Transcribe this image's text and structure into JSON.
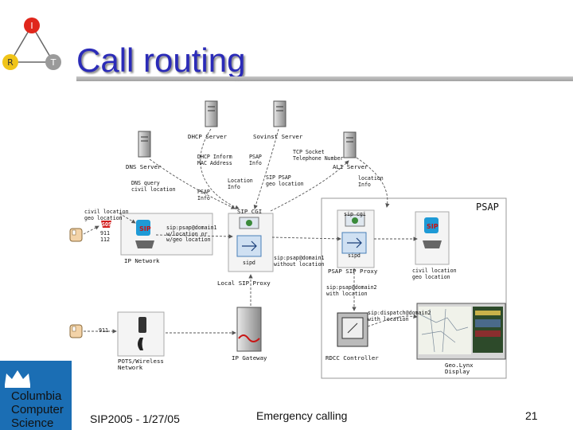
{
  "slide": {
    "title": "Call routing",
    "footer": {
      "date": "SIP2005 - 1/27/05",
      "topic": "Emergency calling",
      "page": "21"
    }
  },
  "logo_irt": {
    "i": "I",
    "r": "R",
    "t": "T"
  },
  "institution": {
    "line1": "Columbia",
    "line2": "Computer",
    "line3": "Science"
  },
  "diagram": {
    "dhcp_server": "DHCP Server",
    "sovinst_server": "Sovinst Server",
    "dns_server": "DNS Server",
    "ali_server": "ALI Server",
    "dhcp_inform": "DHCP Inform\nMAC Address",
    "psap_info_top": "PSAP\nInfo",
    "tcp_socket": "TCP Socket\nTelephone Number",
    "dns_query": "DNS query\ncivil location",
    "psap_info_mid": "PSAP\nInfo",
    "location_info": "Location\nInfo",
    "sip_psap": "SIP PSAP\ngeo location",
    "location_info_right": "location\nInfo",
    "civil_location_left": "civil location\ngeo location",
    "sip_cgi": "SIP CGI",
    "psap_label": "PSAP",
    "sos": "SOS",
    "n911_112": "911\n112",
    "sip_psap_domain": "sip:psap@domain1\nw/location or\nw/geo location",
    "ip_network": "IP Network",
    "sipd_left": "sipd",
    "sip_psap_domain_no_loc": "sip:psap@domain1\nwithout location",
    "local_sip_proxy": "Local SIP Proxy",
    "sip_cgi_right": "sip cgi",
    "sipd_right": "sipd",
    "psap_sip_proxy": "PSAP SIP Proxy",
    "civil_location_right": "civil location\ngeo location",
    "sip_psap_domain2": "sip:psap@domain2\nwith location",
    "sip_dispatch": "sip:dispatch@domain2\nwith location",
    "n911_bottom": "911",
    "pots_wireless": "POTS/Wireless\nNetwork",
    "ip_gateway": "IP Gateway",
    "rdcc_controller": "RDCC Controller",
    "geolynx_display": "Geo.Lynx\nDisplay"
  },
  "colors": {
    "title": "#2b2bb8",
    "irt_i": "#e0261b",
    "irt_r": "#f0c419",
    "irt_t": "#9a9a9a",
    "columbia_blue": "#1b6eb4"
  }
}
